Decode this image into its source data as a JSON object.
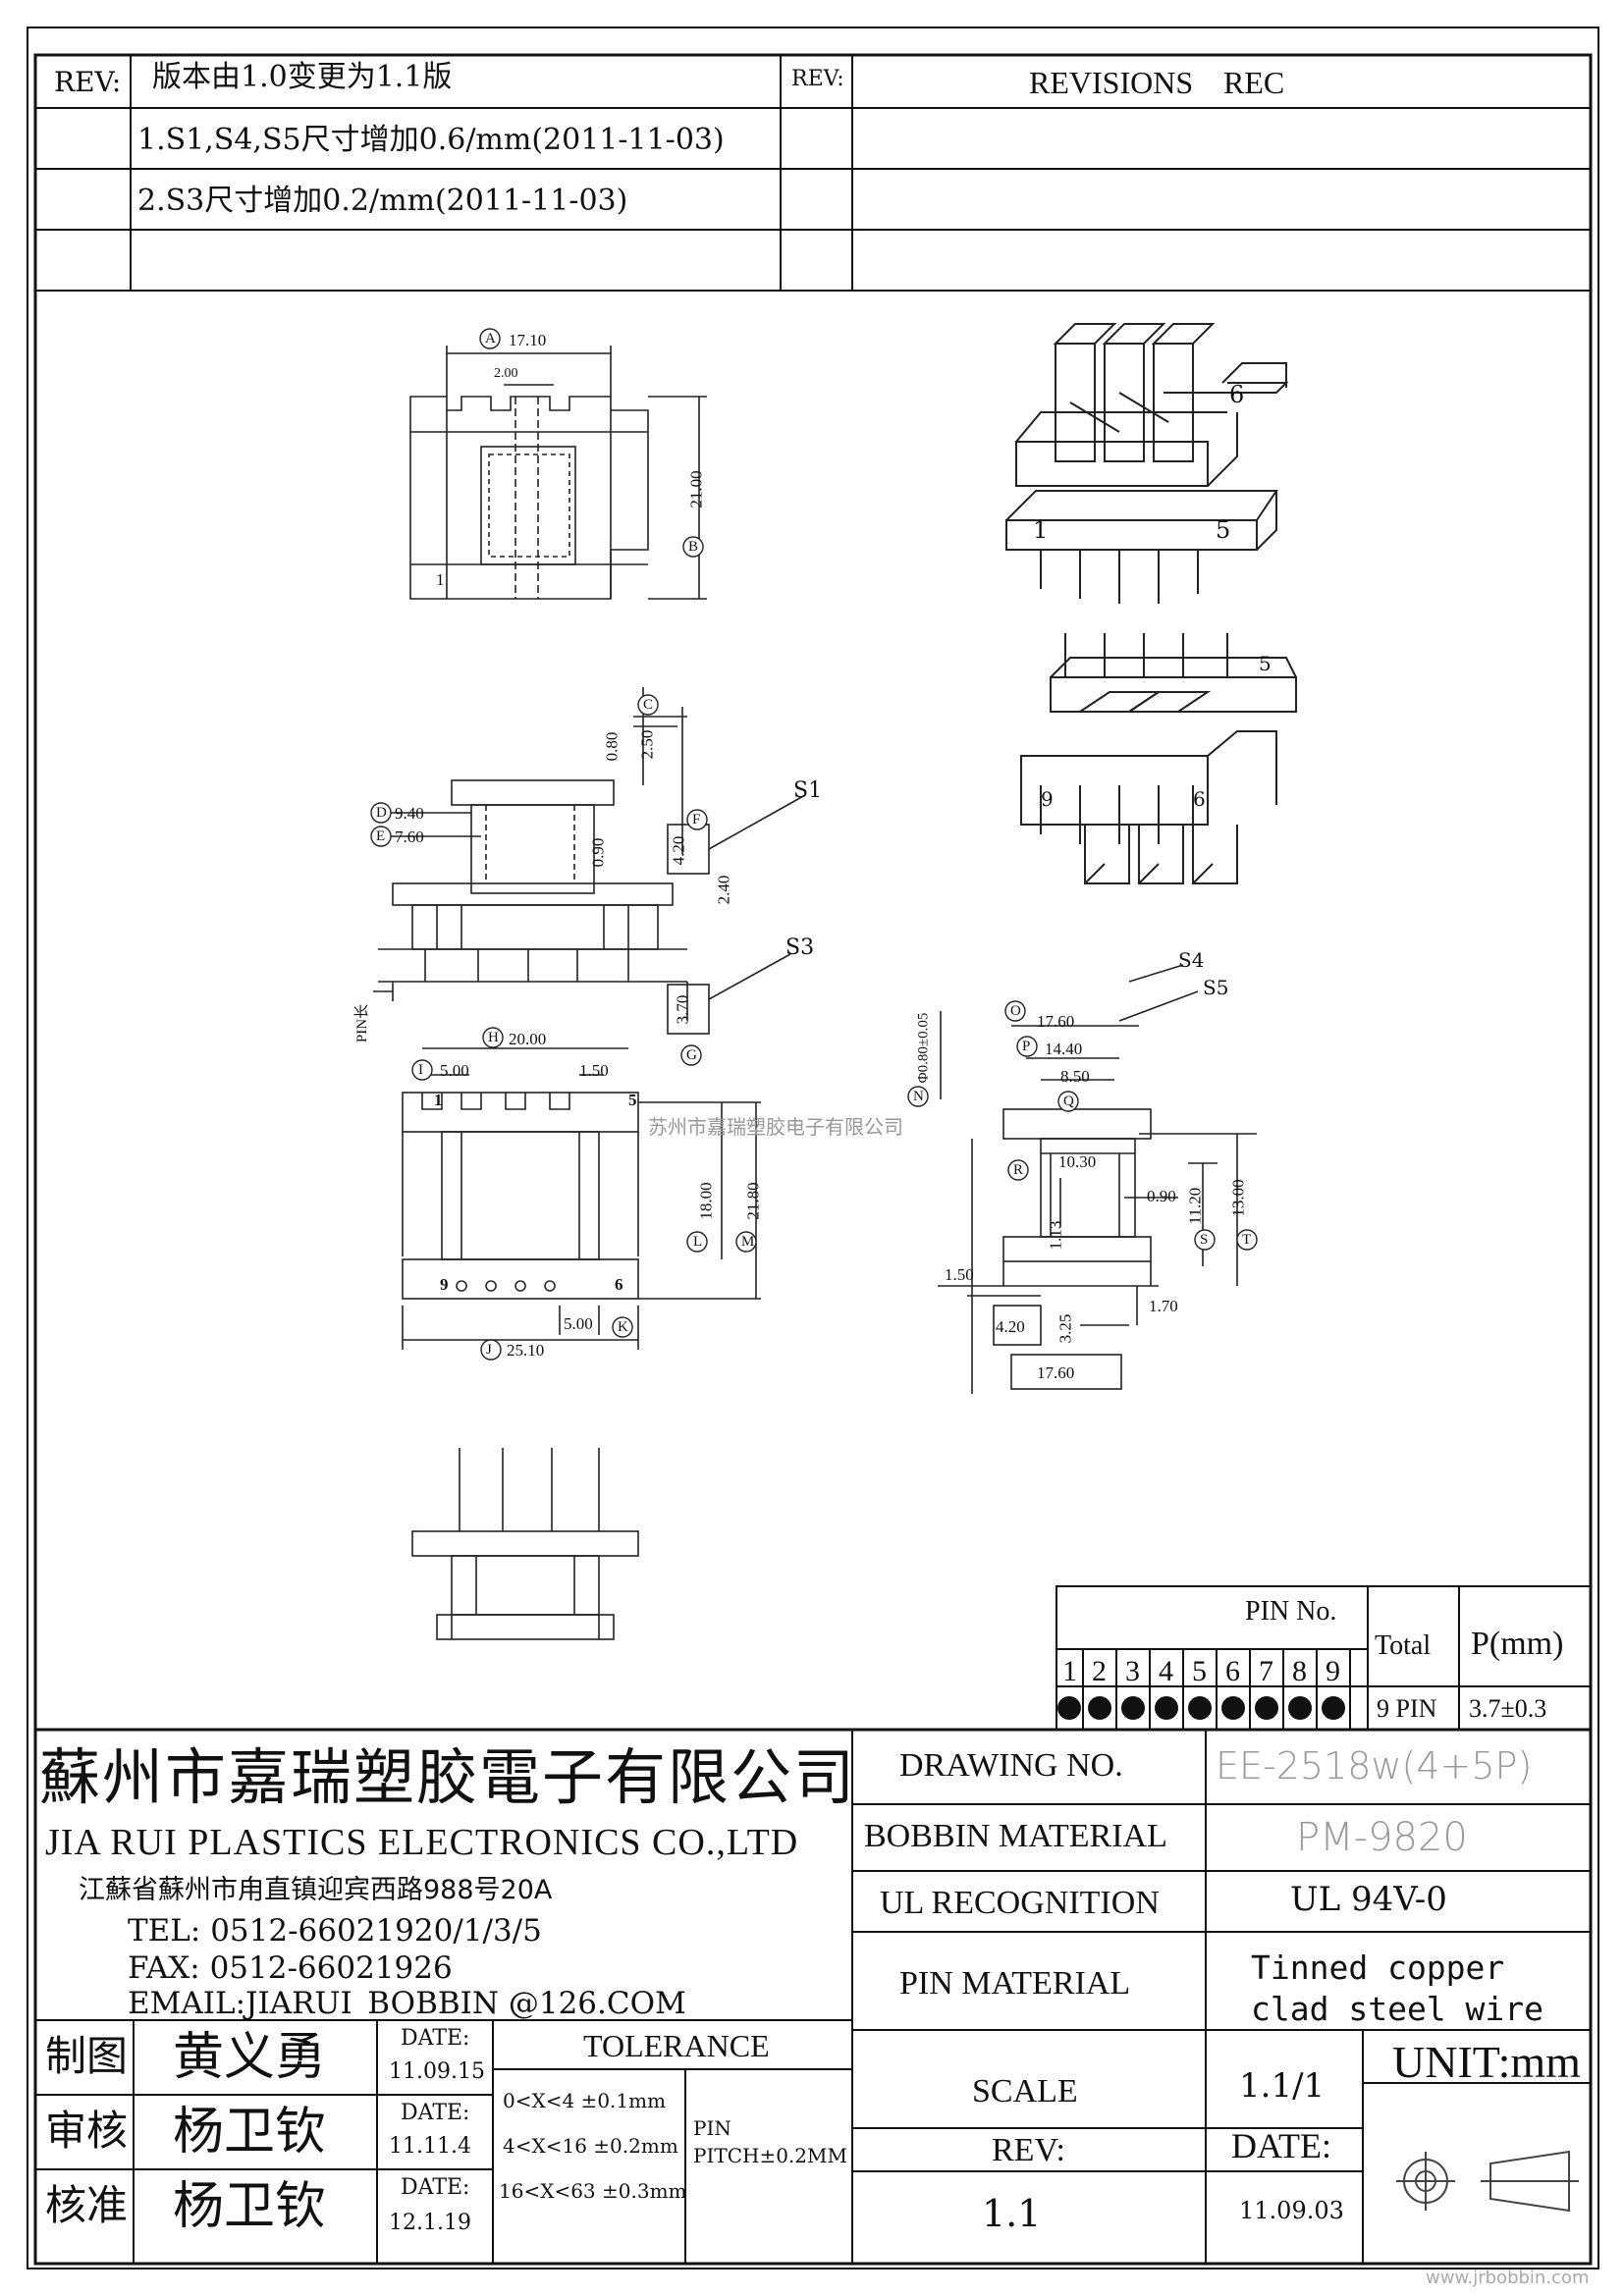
{
  "revision_table": {
    "rev_label_left": "REV:",
    "rows": [
      "版本由1.0变更为1.1版",
      "1.S1,S4,S5尺寸增加0.6/mm(2011-11-03)",
      "2.S3尺寸增加0.2/mm(2011-11-03)"
    ],
    "rev_label_right": "REV:",
    "revisions_label": "REVISIONS",
    "rec_label": "REC"
  },
  "drawing": {
    "top_view": {
      "a_label": "A",
      "a_value": "17.10",
      "inner_value": "2.00",
      "b_label": "B",
      "b_value": "21.00",
      "pin_one": "1"
    },
    "side_view": {
      "c_label": "C",
      "c_value_1": "0.80",
      "c_value_2": "2.50",
      "d_label": "D",
      "d_value": "9.40",
      "e_label": "E",
      "e_value": "7.60",
      "f_label": "F",
      "f_value": "4.20",
      "g_label": "G",
      "g_value": "3.70",
      "inner_1": "0.90",
      "inner_2": "2.40",
      "s1": "S1",
      "s3": "S3",
      "pin_label": "PIN长"
    },
    "bottom_view": {
      "h_label": "H",
      "h_value": "20.00",
      "i_label": "I",
      "i_value": "5.00",
      "pitch": "1.50",
      "j_label": "J",
      "j_value": "25.10",
      "k_label": "K",
      "k_value": "5.00",
      "l_label": "L",
      "l_value": "18.00",
      "m_label": "M",
      "m_value": "21.80",
      "pin_1": "1",
      "pin_5": "5",
      "pin_9": "9",
      "pin_6": "6"
    },
    "section_view": {
      "s4": "S4",
      "s5": "S5",
      "o_label": "O",
      "o_value": "17.60",
      "p_label": "P",
      "p_value": "14.40",
      "n_label": "N",
      "n_value": "Φ0.80±0.05",
      "q_label": "Q",
      "q_value": "8.50",
      "r_label": "R",
      "r_value": "10.30",
      "s_label": "S",
      "s_value": "11.20",
      "t_label": "T",
      "t_value": "13.00",
      "inner_090": "0.90",
      "inner_113": "1.13",
      "v_150": "1.50",
      "v_170": "1.70",
      "v_420": "4.20",
      "v_325": "3.25",
      "v_1760": "17.60"
    },
    "iso_view": {
      "pin_6": "6",
      "pin_1": "1",
      "pin_5": "5",
      "pin_5b": "5",
      "pin_9": "9",
      "pin_6b": "6"
    },
    "watermark_text": "苏州市嘉瑞塑胶电子有限公司"
  },
  "pin_table": {
    "title": "PIN No.",
    "numbers": [
      "1",
      "2",
      "3",
      "4",
      "5",
      "6",
      "7",
      "8",
      "9"
    ],
    "total_label": "Total",
    "total_value": "9 PIN",
    "p_label": "P(mm)",
    "p_value": "3.7±0.3"
  },
  "company": {
    "name_cn": "蘇州市嘉瑞塑胶電子有限公司",
    "name_en": "JIA RUI PLASTICS ELECTRONICS CO.,LTD",
    "address": "江蘇省蘇州市甪直镇迎宾西路988号20A",
    "tel": "TEL: 0512-66021920/1/3/5",
    "fax": "FAX: 0512-66021926",
    "email": "EMAIL:JIARUI_BOBBIN @126.COM"
  },
  "title_block": {
    "drawing_no_label": "DRAWING  NO.",
    "drawing_no": "EE-2518w(4+5P)",
    "bobbin_material_label": "BOBBIN  MATERIAL",
    "bobbin_material": "PM-9820",
    "ul_label": "UL RECOGNITION",
    "ul_value": "UL 94V-0",
    "pin_material_label": "PIN MATERIAL",
    "pin_material_1": "Tinned copper",
    "pin_material_2": "clad steel wire",
    "scale_label": "SCALE",
    "scale_value": "1.1/1",
    "unit": "UNIT:mm",
    "rev_label": "REV:",
    "rev_value": "1.1",
    "date_label": "DATE:",
    "date_value": "11.09.03"
  },
  "signatures": [
    {
      "role": "制图",
      "name": "黄义勇",
      "date_label": "DATE:",
      "date": "11.09.15"
    },
    {
      "role": "审核",
      "name": "杨卫钦",
      "date_label": "DATE:",
      "date": "11.11.4"
    },
    {
      "role": "核准",
      "name": "杨卫钦",
      "date_label": "DATE:",
      "date": "12.1.19"
    }
  ],
  "tolerance": {
    "title": "TOLERANCE",
    "rows": [
      "0<X<4  ±0.1mm",
      "4<X<16 ±0.2mm",
      "16<X<63 ±0.3mm"
    ],
    "pin_label": "PIN",
    "pin_pitch": "PITCH±0.2MM"
  },
  "footer_url": "www.jrbobbin.com"
}
